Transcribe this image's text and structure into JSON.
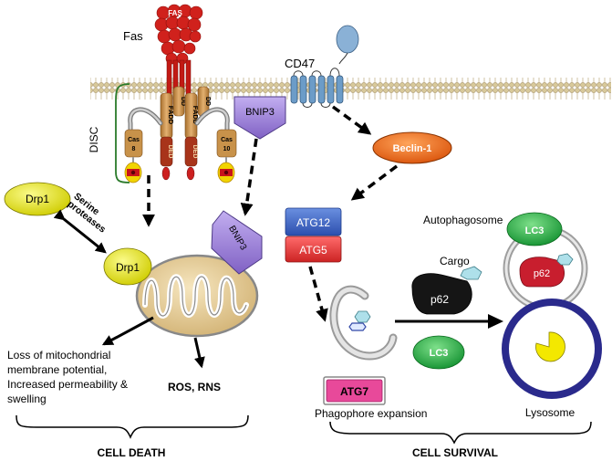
{
  "labels": {
    "fas": "Fas",
    "fas_receptor": "FAS",
    "cd47": "CD47",
    "disc": "DISC",
    "dd_left": "DD",
    "dd_right": "DD",
    "fadd_left": "FADD",
    "fadd_right": "FADD",
    "ded_left": "DED",
    "ded_right": "DED",
    "cas_left": "Cas",
    "cas_left_num": "8",
    "cas_right": "Cas",
    "cas_right_num": "10",
    "bnip3_top": "BNIP3",
    "bnip3_mito": "BNIP3",
    "beclin": "Beclin-1",
    "drp1_top": "Drp1",
    "drp1_mito": "Drp1",
    "serine_1": "Serine",
    "serine_2": "proteases",
    "atg12": "ATG12",
    "atg5": "ATG5",
    "atg7": "ATG7",
    "autophagosome": "Autophagosome",
    "lc3_top": "LC3",
    "lc3_mid": "LC3",
    "cargo": "Cargo",
    "p62_main": "p62",
    "p62_auto": "p62",
    "loss_1": "Loss of mitochondrial",
    "loss_2": "membrane potential,",
    "loss_3": "Increased permeability &",
    "loss_4": "swelling",
    "ros": "ROS, RNS",
    "phagophore": "Phagophore expansion",
    "lysosome": "Lysosome",
    "cell_death": "CELL DEATH",
    "cell_survival": "CELL SURVIVAL"
  },
  "colors": {
    "membrane": "#c9b98a",
    "fas_red": "#d0211c",
    "fadd_tan": "#c8924a",
    "bnip3_purple": "#9b7fd0",
    "beclin_orange": "#e8650f",
    "drp1_yellow": "#e4e200",
    "atg12_blue": "#3a63c5",
    "atg5_red": "#e33a3a",
    "atg7_pink": "#e8499a",
    "lc3_green": "#1aa33c",
    "cd47_blue": "#8ab1d6",
    "lysosome_navy": "#2a2a8c",
    "mito_tan": "#e6cf9b"
  }
}
